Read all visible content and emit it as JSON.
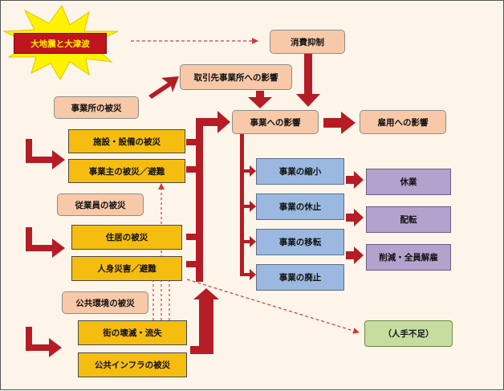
{
  "colors": {
    "arrow": "#b51c25",
    "salmon": "#f8c9a8",
    "gold": "#f5bd10",
    "blue": "#9bb9e0",
    "purple": "#b3a2cd",
    "green": "#c5dea0",
    "burst_fill": "#fff200",
    "burst_center": "#c0141e"
  },
  "diagram": {
    "origin": "大地震と大津波",
    "consumption": "消費抑制",
    "partner_impact": "取引先事業所への影響",
    "business_impact": "事業への影響",
    "employment_impact": "雇用への影響",
    "groups": [
      {
        "label": "事業所の被災",
        "items": [
          "施設・設備の被災",
          "事業主の被災／避難"
        ]
      },
      {
        "label": "従業員の被災",
        "items": [
          "住居の被災",
          "人身災害／避難"
        ]
      },
      {
        "label": "公共環境の被災",
        "items": [
          "街の壊滅・流失",
          "公共インフラの被災"
        ]
      }
    ],
    "outcomes": [
      "事業の縮小",
      "事業の休止",
      "事業の移転",
      "事業の廃止"
    ],
    "employment_results": [
      "休業",
      "配転",
      "削減・全員解雇"
    ],
    "labor_shortage": "（人手不足）"
  }
}
